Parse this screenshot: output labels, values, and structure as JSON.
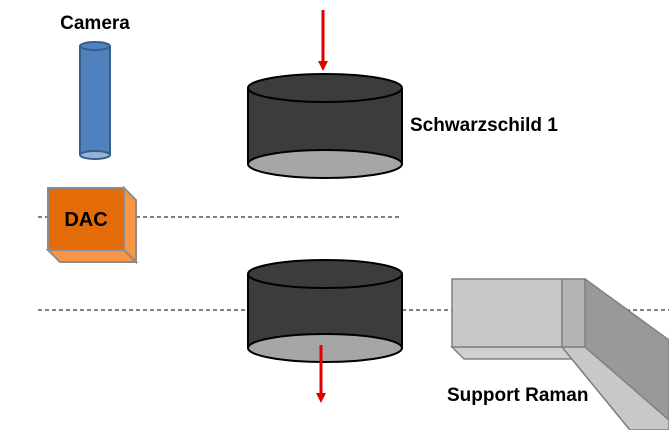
{
  "labels": {
    "camera": "Camera",
    "dac": "DAC",
    "schwarzschild": "Schwarzschild 1",
    "support_raman": "Support Raman"
  },
  "colors": {
    "camera_body": "#4f81bd",
    "camera_top": "#95b3d7",
    "camera_edge": "#385d8a",
    "dac_front": "#e36c09",
    "dac_side": "#f79646",
    "dac_edge": "#8c8c8c",
    "lens_body": "#3c3c3c",
    "lens_bottom": "#a6a6a6",
    "lens_edge": "#000000",
    "support_front": "#c8c8c8",
    "support_face": "#b4b4b4",
    "support_dark": "#999999",
    "support_edge": "#808080",
    "beam_arrow": "#e00000",
    "dashed_line": "#000000"
  },
  "icons": {
    "camera": "cylinder-shape",
    "dac": "cube-shape",
    "lens": "cylinder-shape",
    "support": "prism-shape",
    "arrow": "down-arrow-icon"
  }
}
